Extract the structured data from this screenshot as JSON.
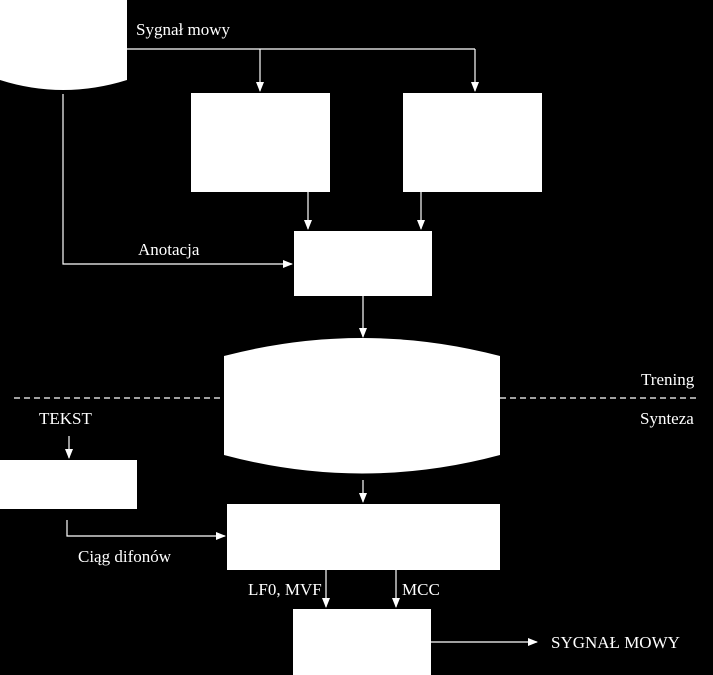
{
  "colors": {
    "background": "#000000",
    "box": "#ffffff",
    "line": "#ffffff"
  },
  "labels": {
    "speech_signal_in": "Sygnał mowy",
    "annotation": "Anotacja",
    "training": "Trening",
    "synthesis": "Synteza",
    "text_input": "TEKST",
    "diphone_sequence": "Ciąg difonów",
    "lf0_mvf": "LF0, MVF",
    "mcc": "MCC",
    "speech_signal_out": "SYGNAŁ MOWY"
  }
}
